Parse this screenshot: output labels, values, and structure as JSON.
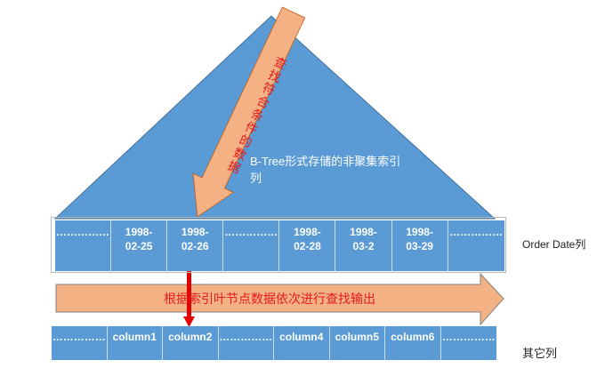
{
  "tree_label": "B-Tree形式存储的非聚集索引列",
  "search_arrow_text": "查找符合条件的数据",
  "scan_arrow_text": "根据索引叶节点数据依次进行查找输出",
  "index_row": {
    "label": "Order Date列",
    "cells": [
      "……………",
      "1998-\n02-25",
      "1998-\n02-26",
      "……………",
      "1998-\n02-28",
      "1998-\n03-2",
      "1998-\n03-29",
      "……………"
    ]
  },
  "data_row": {
    "label": "其它列",
    "cells": [
      "……………",
      "column1",
      "column2",
      "……………",
      "column4",
      "column5",
      "column6",
      "……………"
    ]
  },
  "colors": {
    "tree": "#5b9bd5",
    "arrow": "#f4b183",
    "text_red": "#e31b1b"
  }
}
